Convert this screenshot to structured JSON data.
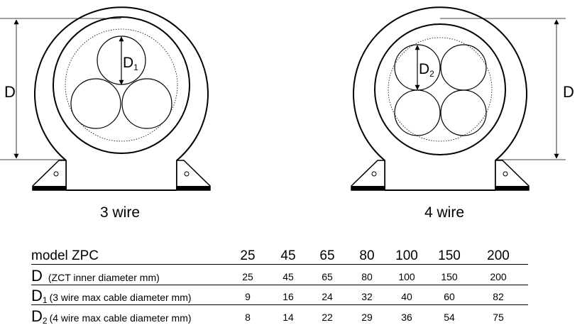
{
  "diagram": {
    "left_label": "3 wire",
    "right_label": "4 wire",
    "dim_d": "D",
    "dim_d1_letter": "D",
    "dim_d1_sub": "1",
    "dim_d2_letter": "D",
    "dim_d2_sub": "2"
  },
  "table": {
    "header_label": "model ZPC",
    "models": [
      "25",
      "45",
      "65",
      "80",
      "100",
      "150",
      "200"
    ],
    "rows": [
      {
        "sym": "D",
        "sub": "",
        "desc": "(ZCT inner diameter mm)",
        "values": [
          "25",
          "45",
          "65",
          "80",
          "100",
          "150",
          "200"
        ]
      },
      {
        "sym": "D",
        "sub": "1",
        "desc": "(3 wire max cable diameter mm)",
        "values": [
          "9",
          "16",
          "24",
          "32",
          "40",
          "60",
          "82"
        ]
      },
      {
        "sym": "D",
        "sub": "2",
        "desc": "(4 wire max cable diameter mm)",
        "values": [
          "8",
          "14",
          "22",
          "29",
          "36",
          "54",
          "75"
        ]
      }
    ]
  }
}
